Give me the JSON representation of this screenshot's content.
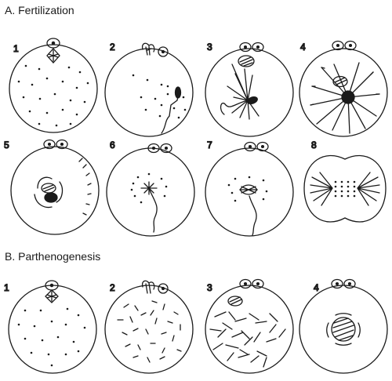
{
  "section_a": {
    "title": "A. Fertilization",
    "panels": [
      {
        "number": "1"
      },
      {
        "number": "2"
      },
      {
        "number": "3"
      },
      {
        "number": "4"
      },
      {
        "number": "5"
      },
      {
        "number": "6"
      },
      {
        "number": "7"
      },
      {
        "number": "8"
      }
    ]
  },
  "section_b": {
    "title": "B. Parthenogenesis",
    "panels": [
      {
        "number": "1"
      },
      {
        "number": "2"
      },
      {
        "number": "3"
      },
      {
        "number": "4"
      }
    ]
  },
  "colors": {
    "ink": "#1a1a1a",
    "background": "#ffffff"
  }
}
